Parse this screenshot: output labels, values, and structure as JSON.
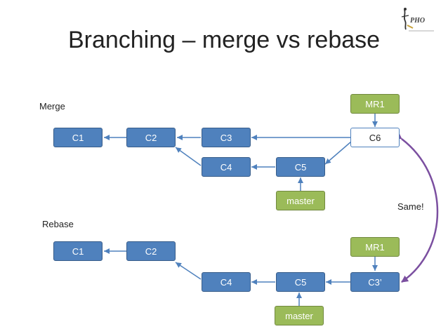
{
  "title": "Branching – merge vs rebase",
  "logo": {
    "icon": "hand-drawn-figure-logo",
    "text": "PHO"
  },
  "merge": {
    "label": "Merge",
    "nodes": {
      "c1": "C1",
      "c2": "C2",
      "c3": "C3",
      "c4": "C4",
      "c5": "C5",
      "c6": "C6",
      "mr1": "MR1",
      "master": "master"
    }
  },
  "rebase": {
    "label": "Rebase",
    "nodes": {
      "c1": "C1",
      "c2": "C2",
      "c4": "C4",
      "c5": "C5",
      "c3p": "C3’",
      "mr1": "MR1",
      "master": "master"
    }
  },
  "comparison": {
    "label": "Same!"
  },
  "colors": {
    "commit_fill": "#4f81bd",
    "ref_fill": "#9bbb59",
    "arrow": "#4f81bd",
    "same_arc": "#7b4fa0"
  }
}
